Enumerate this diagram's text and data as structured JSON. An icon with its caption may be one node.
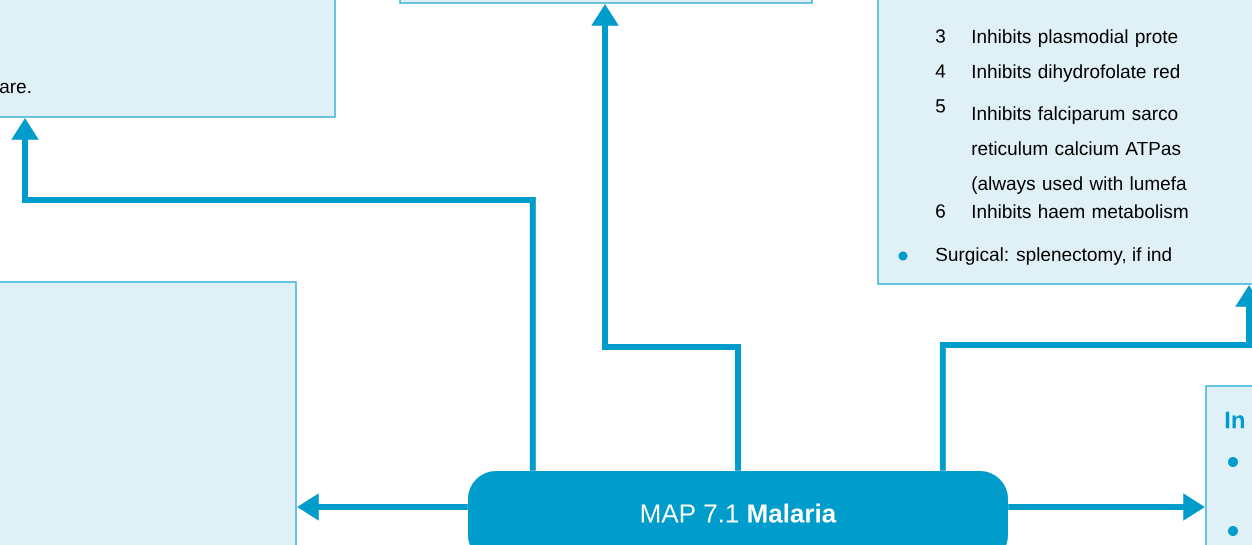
{
  "diagram": {
    "nodes": [
      {
        "text": [
          "are."
        ]
      },
      {
        "text": [],
        "shape": "box"
      },
      {
        "text": [
          "3",
          "Inhibits plasmodial prote",
          "4",
          "Inhibits dihydrofolate red",
          "5",
          "Inhibits falciparum sarco reticulum calcium ATPas (always used with lumefa",
          "6",
          "Inhibits haem metabolism",
          "Surgical: splenectomy, if ind"
        ]
      },
      {
        "text": [],
        "shape": "box"
      },
      {
        "text": [
          "In"
        ]
      },
      {
        "text": [
          "MAP 7.1 **Malaria**"
        ]
      }
    ],
    "edges": [
      {
        "from": 5,
        "to": 0,
        "arrow": "to"
      },
      {
        "from": 5,
        "to": 1,
        "arrow": "to"
      },
      {
        "from": 5,
        "to": 2,
        "arrow": "to"
      },
      {
        "from": 5,
        "to": 3,
        "arrow": "to"
      },
      {
        "from": 5,
        "to": 4,
        "arrow": "to"
      }
    ]
  }
}
